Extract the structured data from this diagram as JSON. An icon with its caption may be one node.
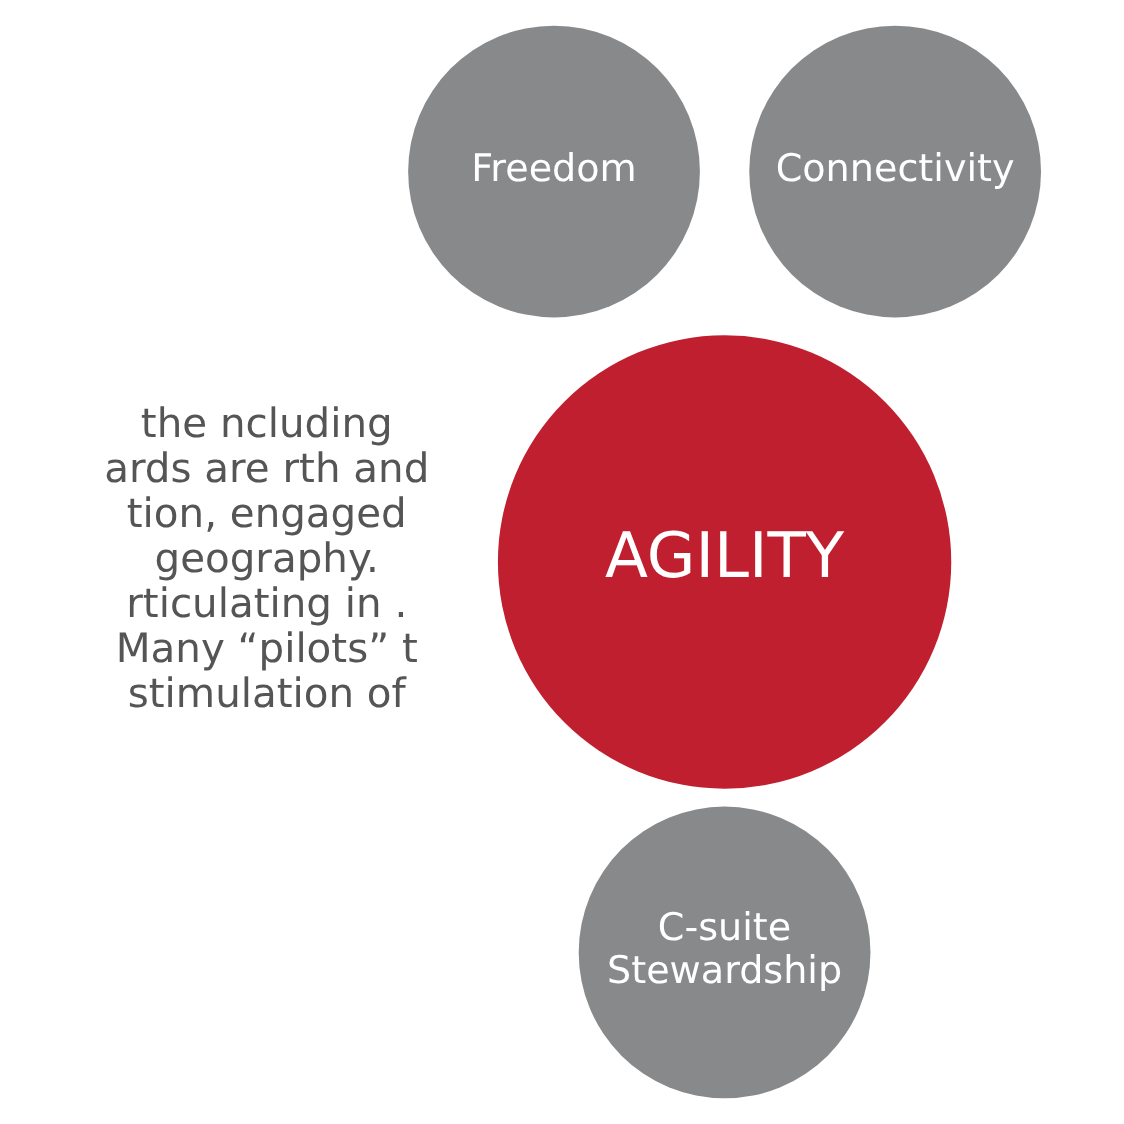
{
  "diagram": {
    "nodes": [
      {
        "text": [
          "Freedom"
        ]
      },
      {
        "text": [
          "Connectivity"
        ]
      },
      {
        "text": [
          "AGILITY"
        ]
      },
      {
        "text": [
          "C-suite Stewardship"
        ]
      }
    ],
    "edges": [],
    "labels": [
      "the ncluding ards are rth and tion, engaged geography. rticulating in . Many “pilots” t stimulation of"
    ]
  }
}
